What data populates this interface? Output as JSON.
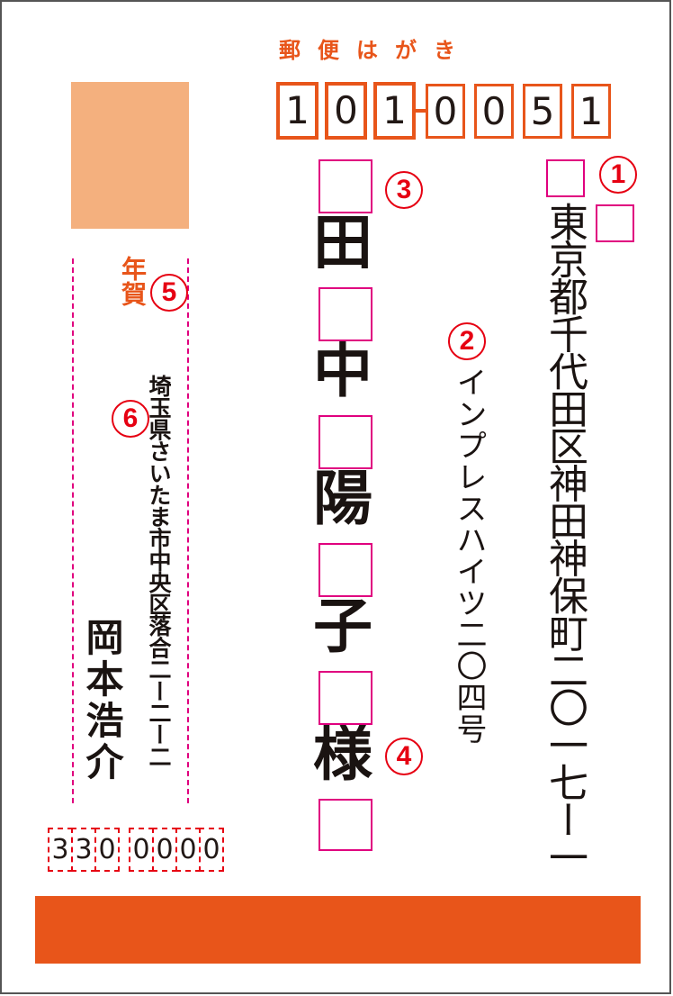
{
  "postcard": {
    "header_label": "郵便はがき",
    "colors": {
      "brand_orange": "#e8551a",
      "stamp_fill": "#f4b07e",
      "guide_magenta": "#e0007f",
      "marker_red": "#e60012",
      "ink": "#1a1311"
    },
    "recipient_postal_code": {
      "digits": [
        "1",
        "0",
        "1",
        "0",
        "0",
        "5",
        "1"
      ],
      "value": "101-0051"
    },
    "recipient_address": {
      "line1": "東京都千代田区神田神保町二〇一七ー一",
      "line2": "インプレスハイツ二〇四号"
    },
    "recipient_name": {
      "chars": [
        "田",
        "中",
        "陽",
        "子",
        "様"
      ],
      "full": "田中陽子様"
    },
    "stamp_area": {
      "label": ""
    },
    "nenga_label": "年賀",
    "sender_address": "埼玉県さいたま市中央区落合二ー二ー二",
    "sender_name": "岡本浩介",
    "sender_postal_code": {
      "digits": [
        "3",
        "3",
        "0",
        "0",
        "0",
        "0",
        "0"
      ],
      "value": "330-0000"
    },
    "annotations": [
      {
        "id": 1,
        "label": "1"
      },
      {
        "id": 2,
        "label": "2"
      },
      {
        "id": 3,
        "label": "3"
      },
      {
        "id": 4,
        "label": "4"
      },
      {
        "id": 5,
        "label": "5"
      },
      {
        "id": 6,
        "label": "6"
      }
    ]
  }
}
